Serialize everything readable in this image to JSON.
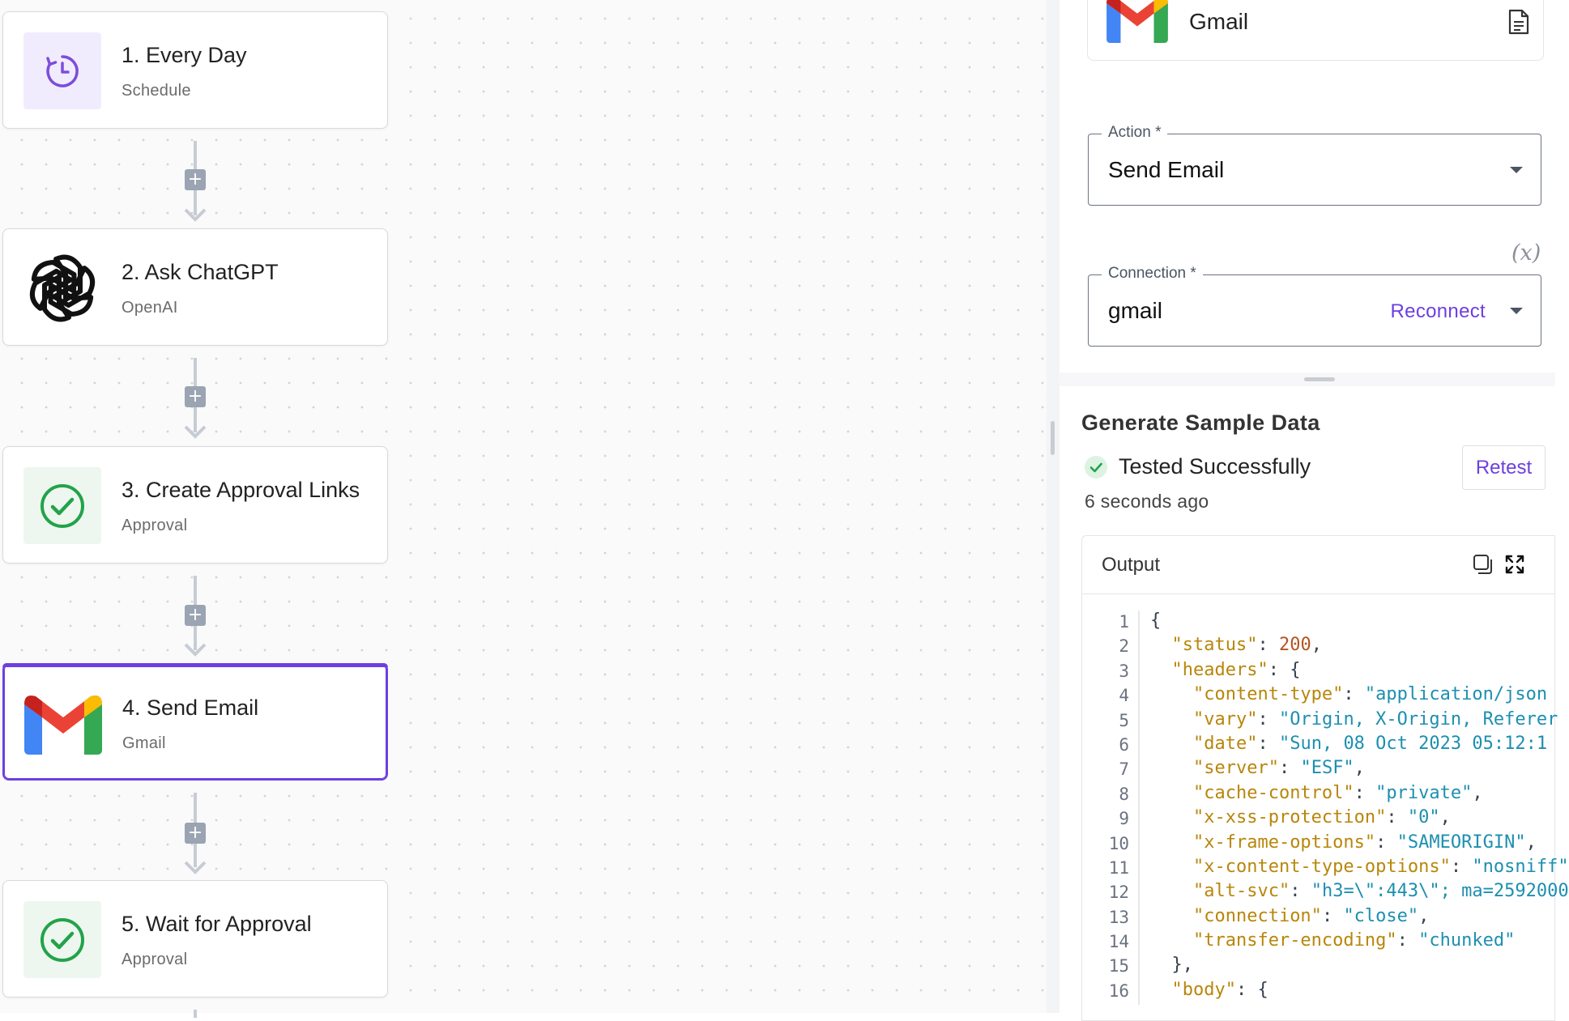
{
  "flow": {
    "steps": [
      {
        "title": "1. Every Day",
        "subtitle": "Schedule",
        "icon": "schedule-clock-icon"
      },
      {
        "title": "2. Ask ChatGPT",
        "subtitle": "OpenAI",
        "icon": "openai-logo-icon"
      },
      {
        "title": "3. Create Approval Links",
        "subtitle": "Approval",
        "icon": "approval-check-icon"
      },
      {
        "title": "4. Send Email",
        "subtitle": "Gmail",
        "icon": "gmail-logo-icon"
      },
      {
        "title": "5. Wait for Approval",
        "subtitle": "Approval",
        "icon": "approval-check-icon"
      }
    ],
    "add_step_symbol": "+"
  },
  "panel": {
    "piece_name": "Gmail",
    "action": {
      "label": "Action *",
      "value": "Send Email"
    },
    "connection": {
      "label": "Connection *",
      "value": "gmail",
      "reconnect": "Reconnect"
    },
    "variable_symbol": "(x)",
    "sample": {
      "title": "Generate Sample Data",
      "status": "Tested Successfully",
      "time_ago": "6 seconds ago",
      "retest": "Retest",
      "output_label": "Output"
    }
  },
  "code_lines": [
    [
      [
        "p",
        "{"
      ]
    ],
    [
      [
        "p",
        "  "
      ],
      [
        "k",
        "\"status\""
      ],
      [
        "p",
        ": "
      ],
      [
        "n",
        "200"
      ],
      [
        "p",
        ","
      ]
    ],
    [
      [
        "p",
        "  "
      ],
      [
        "k",
        "\"headers\""
      ],
      [
        "p",
        ": {"
      ]
    ],
    [
      [
        "p",
        "    "
      ],
      [
        "k",
        "\"content-type\""
      ],
      [
        "p",
        ": "
      ],
      [
        "s",
        "\"application/json"
      ]
    ],
    [
      [
        "p",
        "    "
      ],
      [
        "k",
        "\"vary\""
      ],
      [
        "p",
        ": "
      ],
      [
        "s",
        "\"Origin, X-Origin, Referer"
      ]
    ],
    [
      [
        "p",
        "    "
      ],
      [
        "k",
        "\"date\""
      ],
      [
        "p",
        ": "
      ],
      [
        "s",
        "\"Sun, 08 Oct 2023 05:12:1"
      ]
    ],
    [
      [
        "p",
        "    "
      ],
      [
        "k",
        "\"server\""
      ],
      [
        "p",
        ": "
      ],
      [
        "s",
        "\"ESF\""
      ],
      [
        "p",
        ","
      ]
    ],
    [
      [
        "p",
        "    "
      ],
      [
        "k",
        "\"cache-control\""
      ],
      [
        "p",
        ": "
      ],
      [
        "s",
        "\"private\""
      ],
      [
        "p",
        ","
      ]
    ],
    [
      [
        "p",
        "    "
      ],
      [
        "k",
        "\"x-xss-protection\""
      ],
      [
        "p",
        ": "
      ],
      [
        "s",
        "\"0\""
      ],
      [
        "p",
        ","
      ]
    ],
    [
      [
        "p",
        "    "
      ],
      [
        "k",
        "\"x-frame-options\""
      ],
      [
        "p",
        ": "
      ],
      [
        "s",
        "\"SAMEORIGIN\""
      ],
      [
        "p",
        ","
      ]
    ],
    [
      [
        "p",
        "    "
      ],
      [
        "k",
        "\"x-content-type-options\""
      ],
      [
        "p",
        ": "
      ],
      [
        "s",
        "\"nosniff\""
      ]
    ],
    [
      [
        "p",
        "    "
      ],
      [
        "k",
        "\"alt-svc\""
      ],
      [
        "p",
        ": "
      ],
      [
        "s",
        "\"h3=\\\":443\\\"; ma=2592000"
      ]
    ],
    [
      [
        "p",
        "    "
      ],
      [
        "k",
        "\"connection\""
      ],
      [
        "p",
        ": "
      ],
      [
        "s",
        "\"close\""
      ],
      [
        "p",
        ","
      ]
    ],
    [
      [
        "p",
        "    "
      ],
      [
        "k",
        "\"transfer-encoding\""
      ],
      [
        "p",
        ": "
      ],
      [
        "s",
        "\"chunked\""
      ]
    ],
    [
      [
        "p",
        "  },"
      ]
    ],
    [
      [
        "p",
        "  "
      ],
      [
        "k",
        "\"body\""
      ],
      [
        "p",
        ": {"
      ]
    ]
  ],
  "colors": {
    "accent": "#6d3fe0",
    "success": "#22a34a",
    "json_key": "#b8860b",
    "json_string": "#1d8fb0",
    "json_number": "#b4541f"
  }
}
